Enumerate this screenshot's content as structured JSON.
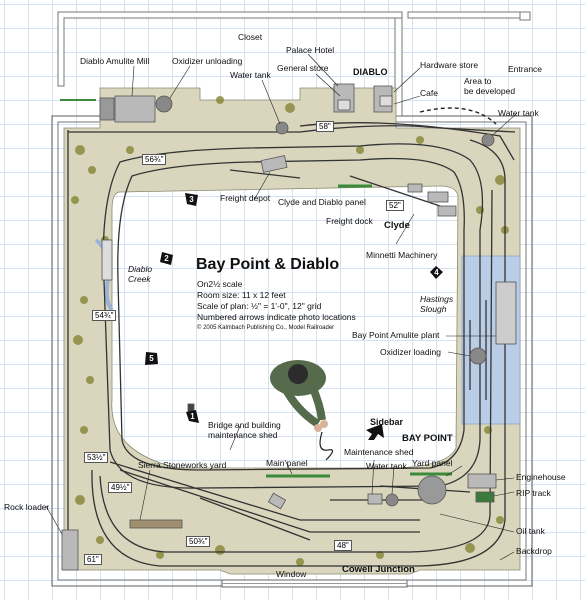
{
  "diagram": {
    "title": "Bay Point & Diablo",
    "info_lines": [
      "On2½ scale",
      "Room size: 11 x 12 feet",
      "Scale of plan: ½\" = 1'-0\", 12\" grid",
      "Numbered arrows indicate photo locations"
    ],
    "copyright": "© 2005 Kalmbach Publishing Co., Model Railroader",
    "labels": {
      "closet": "Closet",
      "diablo_mill": "Diablo Amulite Mill",
      "oxidizer_unloading": "Oxidizer unloading",
      "palace_hotel": "Palace Hotel",
      "general_store": "General store",
      "diablo": "DIABLO",
      "water_tank_top": "Water tank",
      "hardware_store": "Hardware store",
      "entrance": "Entrance",
      "area_to_be_developed": "Area to\nbe developed",
      "cafe": "Cafe",
      "water_tank_right": "Water tank",
      "freight_depot": "Freight depot",
      "clyde_diablo_panel": "Clyde and Diablo panel",
      "freight_dock": "Freight dock",
      "clyde": "Clyde",
      "minnetti_machinery": "Minnetti Machinery",
      "diablo_creek": "Diablo\nCreek",
      "hastings_slough": "Hastings\nSlough",
      "bay_point_amulite": "Bay Point Amulite plant",
      "oxidizer_loading": "Oxidizer loading",
      "bridge_shed": "Bridge and building\nmaintenance shed",
      "sidebar": "Sidebar",
      "bay_point": "BAY POINT",
      "sierra_yard": "Sierra Stoneworks yard",
      "main_panel": "Main panel",
      "maintenance_shed": "Maintenance shed",
      "water_tank_bottom": "Water tank",
      "yard_panel": "Yard panel",
      "enginehouse": "Enginehouse",
      "rip_track": "RIP track",
      "rock_loader": "Rock loader",
      "oil_tank": "Oil tank",
      "backdrop": "Backdrop",
      "window": "Window",
      "cowell_junction": "Cowell Junction"
    },
    "elevations": {
      "e58": "58\"",
      "e56": "56¾\"",
      "e52": "52\"",
      "e54": "54¾\"",
      "e53": "53½\"",
      "e49": "49½\"",
      "e50": "50¾\"",
      "e48": "48\"",
      "e61": "61\""
    },
    "photo_arrows": [
      "1",
      "2",
      "3",
      "4",
      "5"
    ]
  }
}
